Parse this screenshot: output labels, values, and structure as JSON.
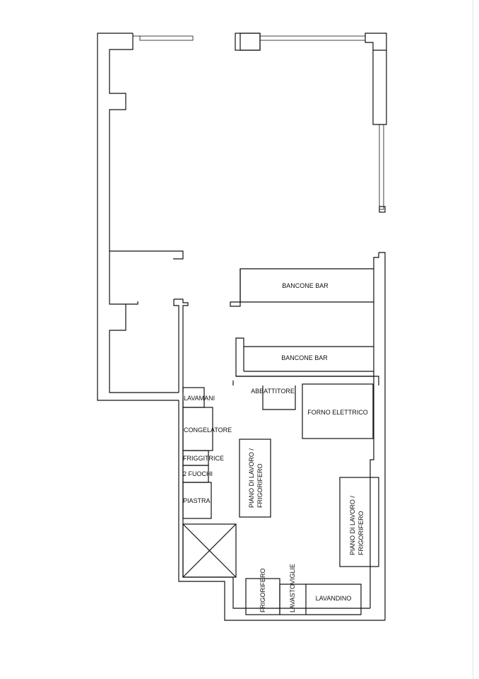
{
  "labels": {
    "bancone_bar_1": "BANCONE BAR",
    "bancone_bar_2": "BANCONE BAR",
    "abbattitore": "ABBATTITORE",
    "forno_elettrico": "FORNO ELETTRICO",
    "lavamani": "LAVAMANI",
    "congelatore": "CONGELATORE",
    "friggitrice": "FRIGGITRICE",
    "due_fuochi": "2 FUOCHI",
    "piastra": "PIASTRA",
    "piano_lavoro_1_line1": "PIANO DI LAVORO /",
    "piano_lavoro_1_line2": "FRIGORIFERO",
    "piano_lavoro_2_line1": "PIANO DI LAVORO /",
    "piano_lavoro_2_line2": "FRIGORIFERO",
    "frigorifero": "FRIGORIFERO",
    "lavastoviglie": "LAVASTOVIGLIE",
    "lavandino": "LAVANDINO"
  }
}
